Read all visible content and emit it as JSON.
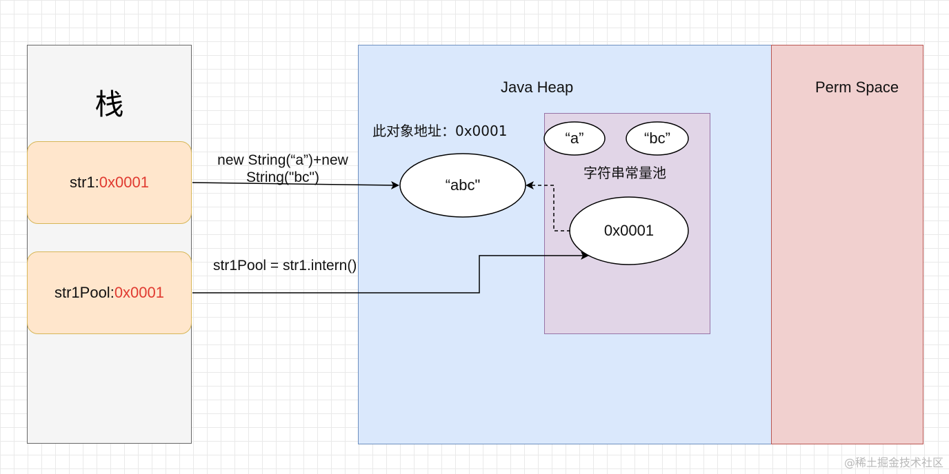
{
  "stack": {
    "title": "栈",
    "vars": [
      {
        "name": "str1:",
        "addr": "0x0001"
      },
      {
        "name": "str1Pool:",
        "addr": "0x0001"
      }
    ]
  },
  "heap": {
    "title": "Java  Heap",
    "object_address_label": "此对象地址：0x0001",
    "abc_object": "“abc\"",
    "pool": {
      "title": "字符串常量池",
      "a_literal": "“a”",
      "bc_literal": "“bc”",
      "ref_value": "0x0001"
    }
  },
  "perm": {
    "title": "Perm Space"
  },
  "edges": {
    "new_string": "new String(“a”)+new String(\"bc\")",
    "intern": "str1Pool = str1.intern()"
  },
  "watermark": "@稀土掘金技术社区",
  "colors": {
    "address_red": "#e03a30",
    "stack_fill": "#f5f5f5",
    "var_fill": "#ffe6cc",
    "var_border": "#d6b656",
    "heap_fill": "#dae8fc",
    "heap_border": "#6c8ebf",
    "pool_fill": "#e1d5e7",
    "pool_border": "#9673a6",
    "perm_fill": "#f1d0cf",
    "perm_border": "#b85450"
  }
}
